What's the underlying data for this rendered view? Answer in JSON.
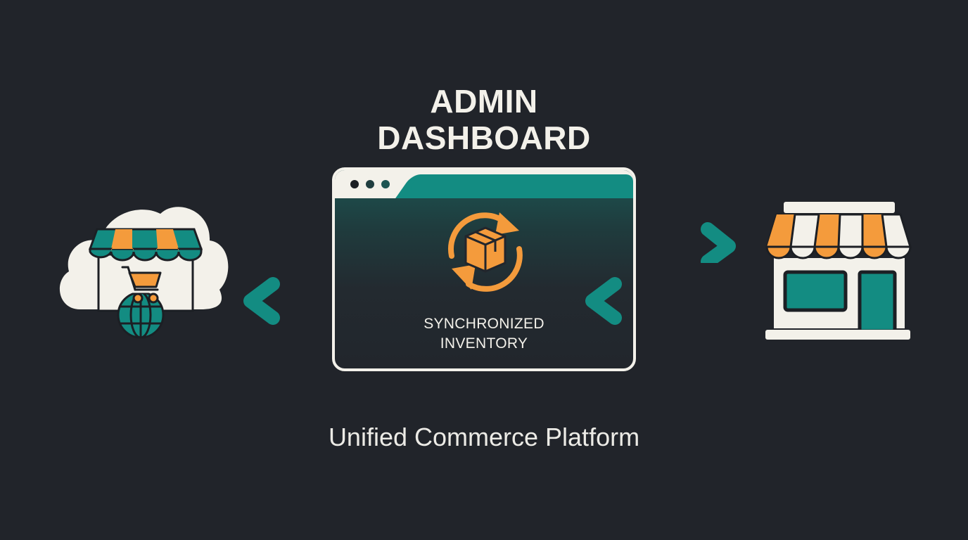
{
  "header": {
    "title_line1": "ADMIN",
    "title_line2": "DASHBOARD"
  },
  "dashboard_window": {
    "icon": "sync-box-icon",
    "label_line1": "SYNCHRONIZED",
    "label_line2": "INVENTORY",
    "window_dots": 3
  },
  "nodes": {
    "left": {
      "icon": "cloud-online-store-icon",
      "meaning": "online store"
    },
    "right": {
      "icon": "physical-storefront-icon",
      "meaning": "physical store"
    }
  },
  "connections": [
    {
      "from": "online-store",
      "to": "admin-dashboard",
      "direction": "right"
    },
    {
      "from": "admin-dashboard",
      "to": "online-store",
      "direction": "left"
    },
    {
      "from": "admin-dashboard",
      "to": "physical-store",
      "direction": "right"
    },
    {
      "from": "physical-store",
      "to": "admin-dashboard",
      "direction": "left"
    }
  ],
  "footer": {
    "subtitle": "Unified Commerce Platform"
  },
  "colors": {
    "background": "#21242a",
    "teal": "#138c82",
    "orange": "#f49b3c",
    "cream": "#f3f1ea",
    "outline": "#1c1f24"
  }
}
